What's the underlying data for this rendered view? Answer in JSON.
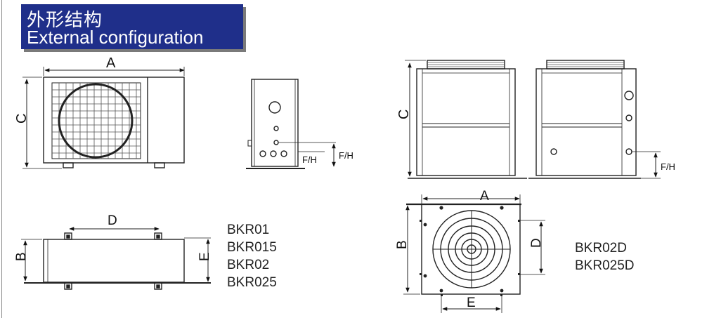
{
  "header": {
    "title_zh": "外形结构",
    "title_en": "External configuration"
  },
  "dimensions": {
    "A": "A",
    "B": "B",
    "C": "C",
    "D": "D",
    "E": "E",
    "FH": "F/H"
  },
  "models_group_1": [
    "BKR01",
    "BKR015",
    "BKR02",
    "BKR025"
  ],
  "models_group_2": [
    "BKR02D",
    "BKR025D"
  ]
}
